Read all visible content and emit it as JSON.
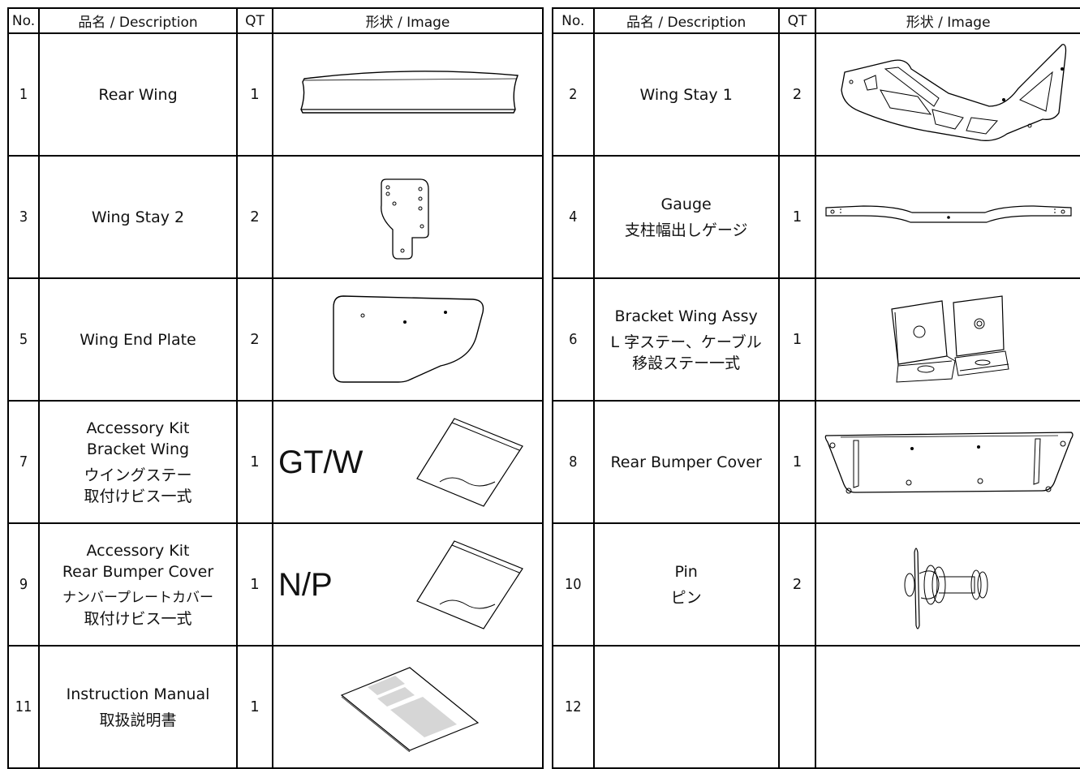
{
  "headers": {
    "no": "No.",
    "description": "品名 / Description",
    "qt": "QT",
    "image": "形状 / Image"
  },
  "left_items": [
    {
      "no": "1",
      "lines": [
        "Rear Wing"
      ],
      "qt": "1",
      "image": "rear-wing-icon"
    },
    {
      "no": "3",
      "lines": [
        "Wing Stay 2"
      ],
      "qt": "2",
      "image": "wing-stay-2-icon"
    },
    {
      "no": "5",
      "lines": [
        "Wing End Plate"
      ],
      "qt": "2",
      "image": "end-plate-icon"
    },
    {
      "no": "7",
      "lines": [
        "Accessory Kit",
        "Bracket Wing",
        "ウイングステー",
        "取付けビス一式"
      ],
      "qt": "1",
      "image": "bag-icon",
      "image_label": "GT/W"
    },
    {
      "no": "9",
      "lines": [
        "Accessory Kit",
        "Rear Bumper Cover",
        "ナンバープレートカバー",
        "取付けビス一式"
      ],
      "qt": "1",
      "image": "bag-icon",
      "image_label": "N/P"
    },
    {
      "no": "11",
      "lines": [
        "Instruction Manual",
        "取扱説明書"
      ],
      "qt": "1",
      "image": "manual-icon"
    }
  ],
  "right_items": [
    {
      "no": "2",
      "lines": [
        "Wing Stay 1"
      ],
      "qt": "2",
      "image": "wing-stay-1-icon"
    },
    {
      "no": "4",
      "lines": [
        "Gauge",
        "支柱幅出しゲージ"
      ],
      "qt": "1",
      "image": "gauge-icon"
    },
    {
      "no": "6",
      "lines": [
        "Bracket Wing Assy",
        "L 字ステー、ケーブル",
        "移設ステー一式"
      ],
      "qt": "1",
      "image": "bracket-icon"
    },
    {
      "no": "8",
      "lines": [
        "Rear Bumper Cover"
      ],
      "qt": "1",
      "image": "bumper-cover-icon"
    },
    {
      "no": "10",
      "lines": [
        "Pin",
        "ピン"
      ],
      "qt": "2",
      "image": "pin-icon"
    },
    {
      "no": "12",
      "lines": [],
      "qt": "",
      "image": ""
    }
  ]
}
